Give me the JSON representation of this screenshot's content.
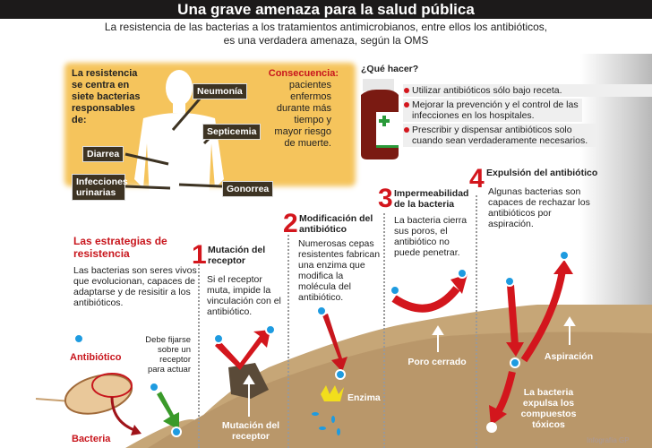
{
  "header": {
    "title": "Una grave amenaza para la salud pública",
    "subtitle_line1": "La resistencia de las bacterias a los tratamientos antimicrobianos, entre ellos los antibióticos,",
    "subtitle_line2": "es una verdadera amenaza, según la OMS"
  },
  "body_panel": {
    "intro": "La resistencia se centra en siete bacterias responsables de:",
    "diseases": [
      "Neumonía",
      "Septicemia",
      "Diarrea",
      "Infecciones urinarias",
      "Gonorrea"
    ],
    "consequence_title": "Consecuencia:",
    "consequence_text": "pacientes enfermos durante más tiempo y mayor riesgo de muerte."
  },
  "what_to_do": {
    "title": "¿Qué hacer?",
    "items": [
      "Utilizar antibióticos sólo bajo receta.",
      "Mejorar la prevención y el control de las infecciones en los hospitales.",
      "Prescribir y dispensar antibióticos solo cuando sean verdaderamente necesarios."
    ]
  },
  "strategies": {
    "title": "Las estrategias de resistencia",
    "text": "Las bacterias son seres vivos que evolucionan, capaces de adaptarse y de resisitir a los antibióticos.",
    "antibiotic_label": "Antibiótico",
    "bacteria_label": "Bacteria",
    "receptor_note": "Debe fijarse sobre un receptor para actuar"
  },
  "steps": [
    {
      "number": "1",
      "title": "Mutación del receptor",
      "text": "Si el receptor muta, impide la vinculación con el antibiótico.",
      "label": "Mutación del receptor"
    },
    {
      "number": "2",
      "title": "Modificación del antibiótico",
      "text": "Numerosas cepas resistentes fabrican una enzima que modifica la molécula del antibiótico.",
      "label": "Enzima"
    },
    {
      "number": "3",
      "title": "Impermeabilidad de la bacteria",
      "text": "La bacteria cierra sus poros, el antibiótico no puede penetrar.",
      "label": "Poro cerrado"
    },
    {
      "number": "4",
      "title": "Expulsión del antibiótico",
      "text": "Algunas bacterias son capaces de rechazar los antibióticos por aspiración.",
      "label": "Aspiración",
      "label2": "La bacteria expulsa los compuestos tóxicos"
    }
  ],
  "credit": "Infografía GP",
  "colors": {
    "accent_red": "#d3161d",
    "yellow_panel": "#f5c45c",
    "ground": "#c6a677",
    "antibiotic_blue": "#1e9be0",
    "label_dark": "#3d3323"
  }
}
